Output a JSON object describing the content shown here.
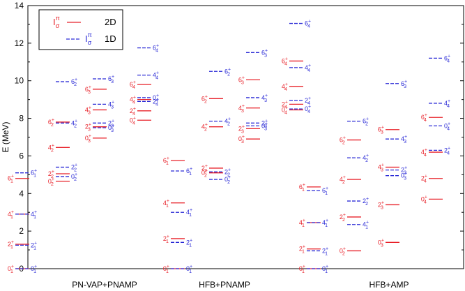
{
  "chart_data": {
    "type": "level-scheme",
    "ylabel": "E (MeV)",
    "ylim": [
      0,
      14
    ],
    "yticks": [
      0,
      2,
      4,
      6,
      8,
      10,
      12,
      14
    ],
    "legend": {
      "position": "top-left",
      "entries": [
        {
          "key": "2D",
          "sym": "I",
          "sub": "σ",
          "sup": "π",
          "color": "#e8222a",
          "dash": false
        },
        {
          "key": "1D",
          "sym": "I",
          "sub": "σ",
          "sup": "π",
          "color": "#2a2ad6",
          "dash": true
        }
      ]
    },
    "groups": [
      {
        "name": "PN-VAP+PNAMP"
      },
      {
        "name": "HFB+PNAMP"
      },
      {
        "name": "HFB+AMP"
      }
    ],
    "columns": [
      {
        "levels": [
          {
            "s": "2D",
            "E": 0.0,
            "I": "0",
            "k": "1"
          },
          {
            "s": "1D",
            "E": 0.0,
            "I": "0",
            "k": "1"
          },
          {
            "s": "2D",
            "E": 1.3,
            "I": "2",
            "k": "1"
          },
          {
            "s": "1D",
            "E": 1.25,
            "I": "2",
            "k": "1"
          },
          {
            "s": "2D",
            "E": 2.9,
            "I": "4",
            "k": "1"
          },
          {
            "s": "1D",
            "E": 2.9,
            "I": "4",
            "k": "1"
          },
          {
            "s": "2D",
            "E": 4.8,
            "I": "6",
            "k": "1"
          },
          {
            "s": "1D",
            "E": 5.1,
            "I": "6",
            "k": "1"
          }
        ]
      },
      {
        "levels": [
          {
            "s": "2D",
            "E": 4.65,
            "I": "0",
            "k": "2"
          },
          {
            "s": "1D",
            "E": 4.9,
            "I": "0",
            "k": "2"
          },
          {
            "s": "2D",
            "E": 5.05,
            "I": "2",
            "k": "2"
          },
          {
            "s": "1D",
            "E": 5.4,
            "I": "2",
            "k": "2"
          },
          {
            "s": "2D",
            "E": 6.45,
            "I": "4",
            "k": "2"
          },
          {
            "s": "2D",
            "E": 7.8,
            "I": "6",
            "k": "2"
          },
          {
            "s": "1D",
            "E": 7.75,
            "I": "4",
            "k": "2"
          },
          {
            "s": "1D",
            "E": 9.95,
            "I": "6",
            "k": "2"
          }
        ]
      },
      {
        "levels": [
          {
            "s": "2D",
            "E": 6.95,
            "I": "0",
            "k": "3"
          },
          {
            "s": "1D",
            "E": 7.5,
            "I": "0",
            "k": "3"
          },
          {
            "s": "2D",
            "E": 7.55,
            "I": "2",
            "k": "3"
          },
          {
            "s": "1D",
            "E": 7.75,
            "I": "2",
            "k": "3"
          },
          {
            "s": "2D",
            "E": 8.45,
            "I": "4",
            "k": "3"
          },
          {
            "s": "1D",
            "E": 8.75,
            "I": "4",
            "k": "3"
          },
          {
            "s": "2D",
            "E": 9.55,
            "I": "6",
            "k": "3"
          },
          {
            "s": "1D",
            "E": 10.1,
            "I": "6",
            "k": "3"
          }
        ]
      },
      {
        "levels": [
          {
            "s": "2D",
            "E": 7.9,
            "I": "0",
            "k": "4"
          },
          {
            "s": "2D",
            "E": 8.4,
            "I": "2",
            "k": "4"
          },
          {
            "s": "1D",
            "E": 8.9,
            "I": "2",
            "k": "4"
          },
          {
            "s": "2D",
            "E": 9.0,
            "I": "4",
            "k": "4"
          },
          {
            "s": "1D",
            "E": 9.1,
            "I": "0",
            "k": "4"
          },
          {
            "s": "2D",
            "E": 9.8,
            "I": "6",
            "k": "4"
          },
          {
            "s": "1D",
            "E": 10.3,
            "I": "4",
            "k": "4"
          },
          {
            "s": "1D",
            "E": 11.75,
            "I": "6",
            "k": "4"
          }
        ]
      },
      {
        "levels": [
          {
            "s": "2D",
            "E": 0.0,
            "I": "0",
            "k": "1"
          },
          {
            "s": "1D",
            "E": 0.0,
            "I": "0",
            "k": "1"
          },
          {
            "s": "2D",
            "E": 1.6,
            "I": "2",
            "k": "1"
          },
          {
            "s": "1D",
            "E": 1.4,
            "I": "2",
            "k": "1"
          },
          {
            "s": "2D",
            "E": 3.5,
            "I": "4",
            "k": "1"
          },
          {
            "s": "1D",
            "E": 3.0,
            "I": "4",
            "k": "1"
          },
          {
            "s": "2D",
            "E": 5.75,
            "I": "6",
            "k": "1"
          },
          {
            "s": "1D",
            "E": 5.2,
            "I": "6",
            "k": "1"
          }
        ]
      },
      {
        "levels": [
          {
            "s": "2D",
            "E": 5.1,
            "I": "0",
            "k": "2"
          },
          {
            "s": "1D",
            "E": 4.75,
            "I": "0",
            "k": "2"
          },
          {
            "s": "2D",
            "E": 5.35,
            "I": "2",
            "k": "2"
          },
          {
            "s": "1D",
            "E": 5.15,
            "I": "2",
            "k": "2"
          },
          {
            "s": "2D",
            "E": 7.55,
            "I": "4",
            "k": "2"
          },
          {
            "s": "1D",
            "E": 7.85,
            "I": "4",
            "k": "2"
          },
          {
            "s": "2D",
            "E": 9.05,
            "I": "6",
            "k": "2"
          },
          {
            "s": "1D",
            "E": 10.5,
            "I": "6",
            "k": "2"
          }
        ]
      },
      {
        "levels": [
          {
            "s": "2D",
            "E": 6.9,
            "I": "0",
            "k": "3"
          },
          {
            "s": "2D",
            "E": 7.45,
            "I": "2",
            "k": "3"
          },
          {
            "s": "1D",
            "E": 7.6,
            "I": "0",
            "k": "3"
          },
          {
            "s": "1D",
            "E": 7.75,
            "I": "2",
            "k": "3"
          },
          {
            "s": "2D",
            "E": 8.55,
            "I": "4",
            "k": "3"
          },
          {
            "s": "1D",
            "E": 9.1,
            "I": "4",
            "k": "3"
          },
          {
            "s": "2D",
            "E": 10.05,
            "I": "6",
            "k": "3"
          },
          {
            "s": "1D",
            "E": 11.5,
            "I": "6",
            "k": "3"
          }
        ]
      },
      {
        "levels": [
          {
            "s": "2D",
            "E": 8.45,
            "I": "0",
            "k": "4"
          },
          {
            "s": "1D",
            "E": 8.5,
            "I": "0",
            "k": "4"
          },
          {
            "s": "2D",
            "E": 8.75,
            "I": "2",
            "k": "4"
          },
          {
            "s": "1D",
            "E": 8.95,
            "I": "2",
            "k": "4"
          },
          {
            "s": "2D",
            "E": 9.7,
            "I": "4",
            "k": "4"
          },
          {
            "s": "1D",
            "E": 10.7,
            "I": "4",
            "k": "4"
          },
          {
            "s": "2D",
            "E": 11.05,
            "I": "6",
            "k": "4"
          },
          {
            "s": "1D",
            "E": 13.05,
            "I": "6",
            "k": "4"
          }
        ]
      },
      {
        "levels": [
          {
            "s": "2D",
            "E": 0.0,
            "I": "0",
            "k": "1"
          },
          {
            "s": "1D",
            "E": 0.0,
            "I": "0",
            "k": "1"
          },
          {
            "s": "2D",
            "E": 1.05,
            "I": "2",
            "k": "1"
          },
          {
            "s": "1D",
            "E": 0.95,
            "I": "2",
            "k": "1"
          },
          {
            "s": "2D",
            "E": 2.45,
            "I": "4",
            "k": "1"
          },
          {
            "s": "1D",
            "E": 2.45,
            "I": "4",
            "k": "1"
          },
          {
            "s": "2D",
            "E": 4.35,
            "I": "6",
            "k": "1"
          },
          {
            "s": "1D",
            "E": 4.15,
            "I": "6",
            "k": "1"
          }
        ]
      },
      {
        "levels": [
          {
            "s": "2D",
            "E": 0.95,
            "I": "0",
            "k": "2"
          },
          {
            "s": "1D",
            "E": 2.35,
            "I": "4",
            "k": "1"
          },
          {
            "s": "2D",
            "E": 2.75,
            "I": "2",
            "k": "2"
          },
          {
            "s": "1D",
            "E": 3.6,
            "I": "2",
            "k": "2"
          },
          {
            "s": "2D",
            "E": 4.75,
            "I": "4",
            "k": "2"
          },
          {
            "s": "1D",
            "E": 5.9,
            "I": "4",
            "k": "2"
          },
          {
            "s": "2D",
            "E": 6.85,
            "I": "6",
            "k": "2"
          },
          {
            "s": "1D",
            "E": 7.85,
            "I": "6",
            "k": "2"
          }
        ]
      },
      {
        "levels": [
          {
            "s": "2D",
            "E": 1.4,
            "I": "0",
            "k": "3"
          },
          {
            "s": "2D",
            "E": 3.4,
            "I": "2",
            "k": "3"
          },
          {
            "s": "2D",
            "E": 5.4,
            "I": "4",
            "k": "3"
          },
          {
            "s": "1D",
            "E": 4.95,
            "I": "0",
            "k": "3"
          },
          {
            "s": "1D",
            "E": 5.25,
            "I": "2",
            "k": "3"
          },
          {
            "s": "1D",
            "E": 6.9,
            "I": "4",
            "k": "3"
          },
          {
            "s": "2D",
            "E": 7.4,
            "I": "6",
            "k": "3"
          },
          {
            "s": "1D",
            "E": 9.85,
            "I": "6",
            "k": "3"
          }
        ]
      },
      {
        "levels": [
          {
            "s": "2D",
            "E": 3.7,
            "I": "0",
            "k": "4"
          },
          {
            "s": "2D",
            "E": 4.8,
            "I": "2",
            "k": "4"
          },
          {
            "s": "2D",
            "E": 6.2,
            "I": "4",
            "k": "4"
          },
          {
            "s": "2D",
            "E": 8.05,
            "I": "6",
            "k": "4"
          },
          {
            "s": "1D",
            "E": 6.3,
            "I": "2",
            "k": "4"
          },
          {
            "s": "1D",
            "E": 7.6,
            "I": "0",
            "k": "4"
          },
          {
            "s": "1D",
            "E": 8.8,
            "I": "4",
            "k": "4"
          },
          {
            "s": "1D",
            "E": 11.2,
            "I": "6",
            "k": "4"
          }
        ]
      }
    ]
  }
}
